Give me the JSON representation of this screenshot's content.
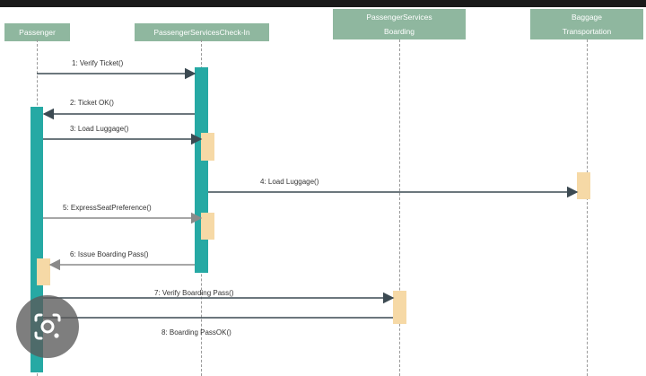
{
  "lanes": [
    {
      "id": "passenger",
      "line1": "Passenger",
      "line2": ""
    },
    {
      "id": "checkin",
      "line1": "PassengerServicesCheck-In",
      "line2": ""
    },
    {
      "id": "boarding",
      "line1": "PassengerServices",
      "line2": "Boarding"
    },
    {
      "id": "baggage",
      "line1": "Baggage",
      "line2": "Transportation"
    }
  ],
  "messages": [
    {
      "label": "1: Verify Ticket()",
      "from": "passenger",
      "to": "checkin",
      "style": "solid"
    },
    {
      "label": "2: Ticket OK()",
      "from": "checkin",
      "to": "passenger",
      "style": "solid"
    },
    {
      "label": "3: Load Luggage()",
      "from": "passenger",
      "to": "checkin",
      "style": "solid"
    },
    {
      "label": "4: Load Luggage()",
      "from": "checkin",
      "to": "baggage",
      "style": "solid"
    },
    {
      "label": "5: ExpressSeatPreference()",
      "from": "passenger",
      "to": "checkin",
      "style": "gray"
    },
    {
      "label": "6: Issue Boarding Pass()",
      "from": "checkin",
      "to": "passenger",
      "style": "gray"
    },
    {
      "label": "7: Verify Boarding Pass()",
      "from": "passenger",
      "to": "boarding",
      "style": "solid"
    },
    {
      "label": "8: Boarding PassOK()",
      "from": "boarding",
      "to": "passenger",
      "style": "solid"
    }
  ],
  "colors": {
    "header": "#8fb79f",
    "activation": "#26a9a4",
    "sub_activation": "#f6d9a6",
    "arrow_dark": "#3c4a52",
    "arrow_gray": "#8a8a8a"
  },
  "overlay": {
    "icon": "google-lens-icon"
  }
}
